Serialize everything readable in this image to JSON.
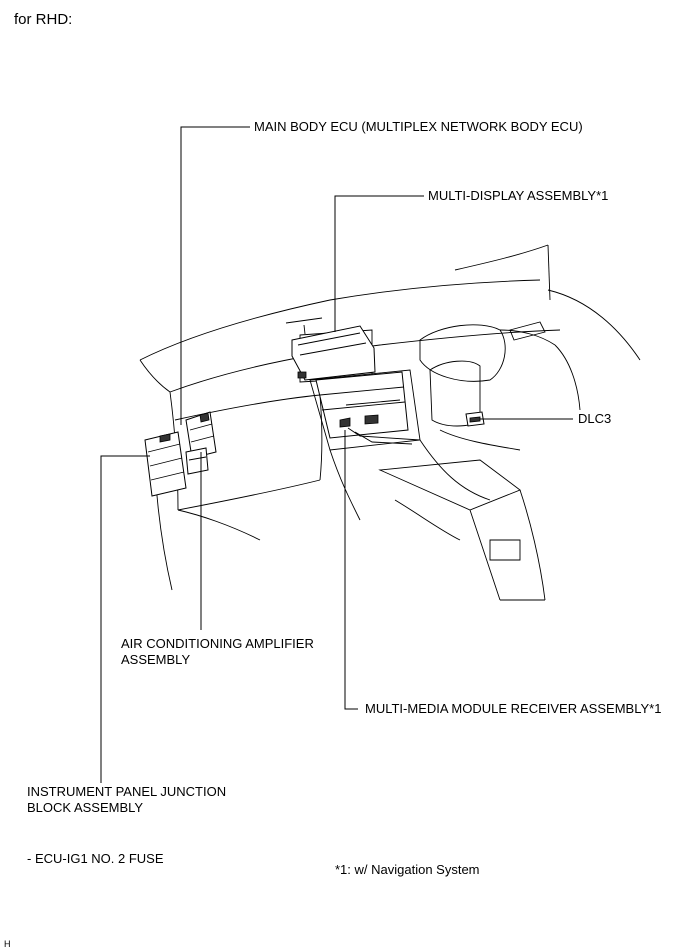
{
  "header": {
    "title": "for RHD:"
  },
  "labels": {
    "main_body_ecu": "MAIN BODY ECU (MULTIPLEX NETWORK BODY ECU)",
    "multi_display": "MULTI-DISPLAY ASSEMBLY*1",
    "dlc3": "DLC3",
    "air_conditioning_line1": "AIR CONDITIONING AMPLIFIER",
    "air_conditioning_line2": "ASSEMBLY",
    "multi_media": "MULTI-MEDIA MODULE RECEIVER ASSEMBLY*1",
    "junction_block_line1": "INSTRUMENT PANEL JUNCTION",
    "junction_block_line2": "BLOCK ASSEMBLY"
  },
  "notes": {
    "fuse": "- ECU-IG1 NO. 2 FUSE",
    "footnote": "*1: w/ Navigation System"
  },
  "corner_mark": "H"
}
